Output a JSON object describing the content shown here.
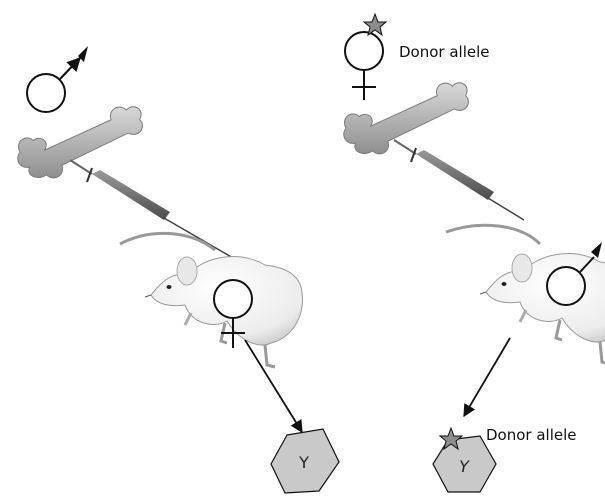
{
  "left": {
    "recipient_hex_label": "Y"
  },
  "right": {
    "donor_label_top": "Donor allele",
    "donor_label_bottom": "Donor allele",
    "recipient_hex_label": "Y"
  },
  "colors": {
    "hexagon_fill": "#c9c9c9",
    "star_fill": "#8c8c8c",
    "bone_fill": "#b9b9b9",
    "mouse_fill": "#f2f2f2",
    "outline": "#111111"
  }
}
